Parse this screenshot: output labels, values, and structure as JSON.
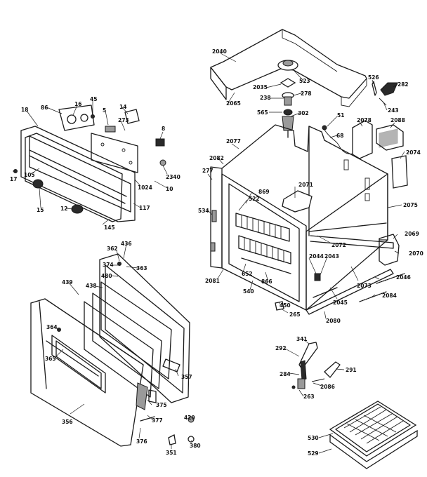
{
  "labels": [
    {
      "id": "2040",
      "text": "2040"
    },
    {
      "id": "2065",
      "text": "2065"
    },
    {
      "id": "523",
      "text": "523"
    },
    {
      "id": "2035",
      "text": "2035"
    },
    {
      "id": "278",
      "text": "278"
    },
    {
      "id": "238",
      "text": "238"
    },
    {
      "id": "565",
      "text": "565"
    },
    {
      "id": "302",
      "text": "302"
    },
    {
      "id": "51",
      "text": "51"
    },
    {
      "id": "68",
      "text": "68"
    },
    {
      "id": "526",
      "text": "526"
    },
    {
      "id": "282",
      "text": "282"
    },
    {
      "id": "243",
      "text": "243"
    },
    {
      "id": "2078",
      "text": "2078"
    },
    {
      "id": "2088",
      "text": "2088"
    },
    {
      "id": "2074",
      "text": "2074"
    },
    {
      "id": "2077",
      "text": "2077"
    },
    {
      "id": "2082",
      "text": "2082"
    },
    {
      "id": "277",
      "text": "277"
    },
    {
      "id": "534",
      "text": "534"
    },
    {
      "id": "869",
      "text": "869"
    },
    {
      "id": "522",
      "text": "522"
    },
    {
      "id": "2071",
      "text": "2071"
    },
    {
      "id": "2075",
      "text": "2075"
    },
    {
      "id": "2072",
      "text": "2072"
    },
    {
      "id": "2069",
      "text": "2069"
    },
    {
      "id": "2070",
      "text": "2070"
    },
    {
      "id": "2044",
      "text": "2044"
    },
    {
      "id": "2043",
      "text": "2043"
    },
    {
      "id": "2073",
      "text": "2073"
    },
    {
      "id": "2046",
      "text": "2046"
    },
    {
      "id": "2081",
      "text": "2081"
    },
    {
      "id": "652",
      "text": "652"
    },
    {
      "id": "866",
      "text": "866"
    },
    {
      "id": "540",
      "text": "540"
    },
    {
      "id": "2045",
      "text": "2045"
    },
    {
      "id": "2084",
      "text": "2084"
    },
    {
      "id": "450",
      "text": "450"
    },
    {
      "id": "265",
      "text": "265"
    },
    {
      "id": "2080",
      "text": "2080"
    },
    {
      "id": "86",
      "text": "86"
    },
    {
      "id": "16",
      "text": "16"
    },
    {
      "id": "45",
      "text": "45"
    },
    {
      "id": "5",
      "text": "5"
    },
    {
      "id": "14",
      "text": "14"
    },
    {
      "id": "18",
      "text": "18"
    },
    {
      "id": "273",
      "text": "273"
    },
    {
      "id": "8",
      "text": "8"
    },
    {
      "id": "105",
      "text": "105"
    },
    {
      "id": "17",
      "text": "17"
    },
    {
      "id": "2340",
      "text": "2340"
    },
    {
      "id": "10",
      "text": "10"
    },
    {
      "id": "1024",
      "text": "1024"
    },
    {
      "id": "15",
      "text": "15"
    },
    {
      "id": "12",
      "text": "12"
    },
    {
      "id": "117",
      "text": "117"
    },
    {
      "id": "145",
      "text": "145"
    },
    {
      "id": "362",
      "text": "362"
    },
    {
      "id": "436",
      "text": "436"
    },
    {
      "id": "374",
      "text": "374"
    },
    {
      "id": "363",
      "text": "363"
    },
    {
      "id": "480",
      "text": "480"
    },
    {
      "id": "438",
      "text": "438"
    },
    {
      "id": "439",
      "text": "439"
    },
    {
      "id": "364",
      "text": "364"
    },
    {
      "id": "365",
      "text": "365"
    },
    {
      "id": "357",
      "text": "357"
    },
    {
      "id": "375",
      "text": "375"
    },
    {
      "id": "356",
      "text": "356"
    },
    {
      "id": "377",
      "text": "377"
    },
    {
      "id": "376",
      "text": "376"
    },
    {
      "id": "420",
      "text": "420"
    },
    {
      "id": "351",
      "text": "351"
    },
    {
      "id": "380",
      "text": "380"
    },
    {
      "id": "341",
      "text": "341"
    },
    {
      "id": "292",
      "text": "292"
    },
    {
      "id": "291",
      "text": "291"
    },
    {
      "id": "284",
      "text": "284"
    },
    {
      "id": "2086",
      "text": "2086"
    },
    {
      "id": "263",
      "text": "263"
    },
    {
      "id": "530",
      "text": "530"
    },
    {
      "id": "529",
      "text": "529"
    }
  ]
}
